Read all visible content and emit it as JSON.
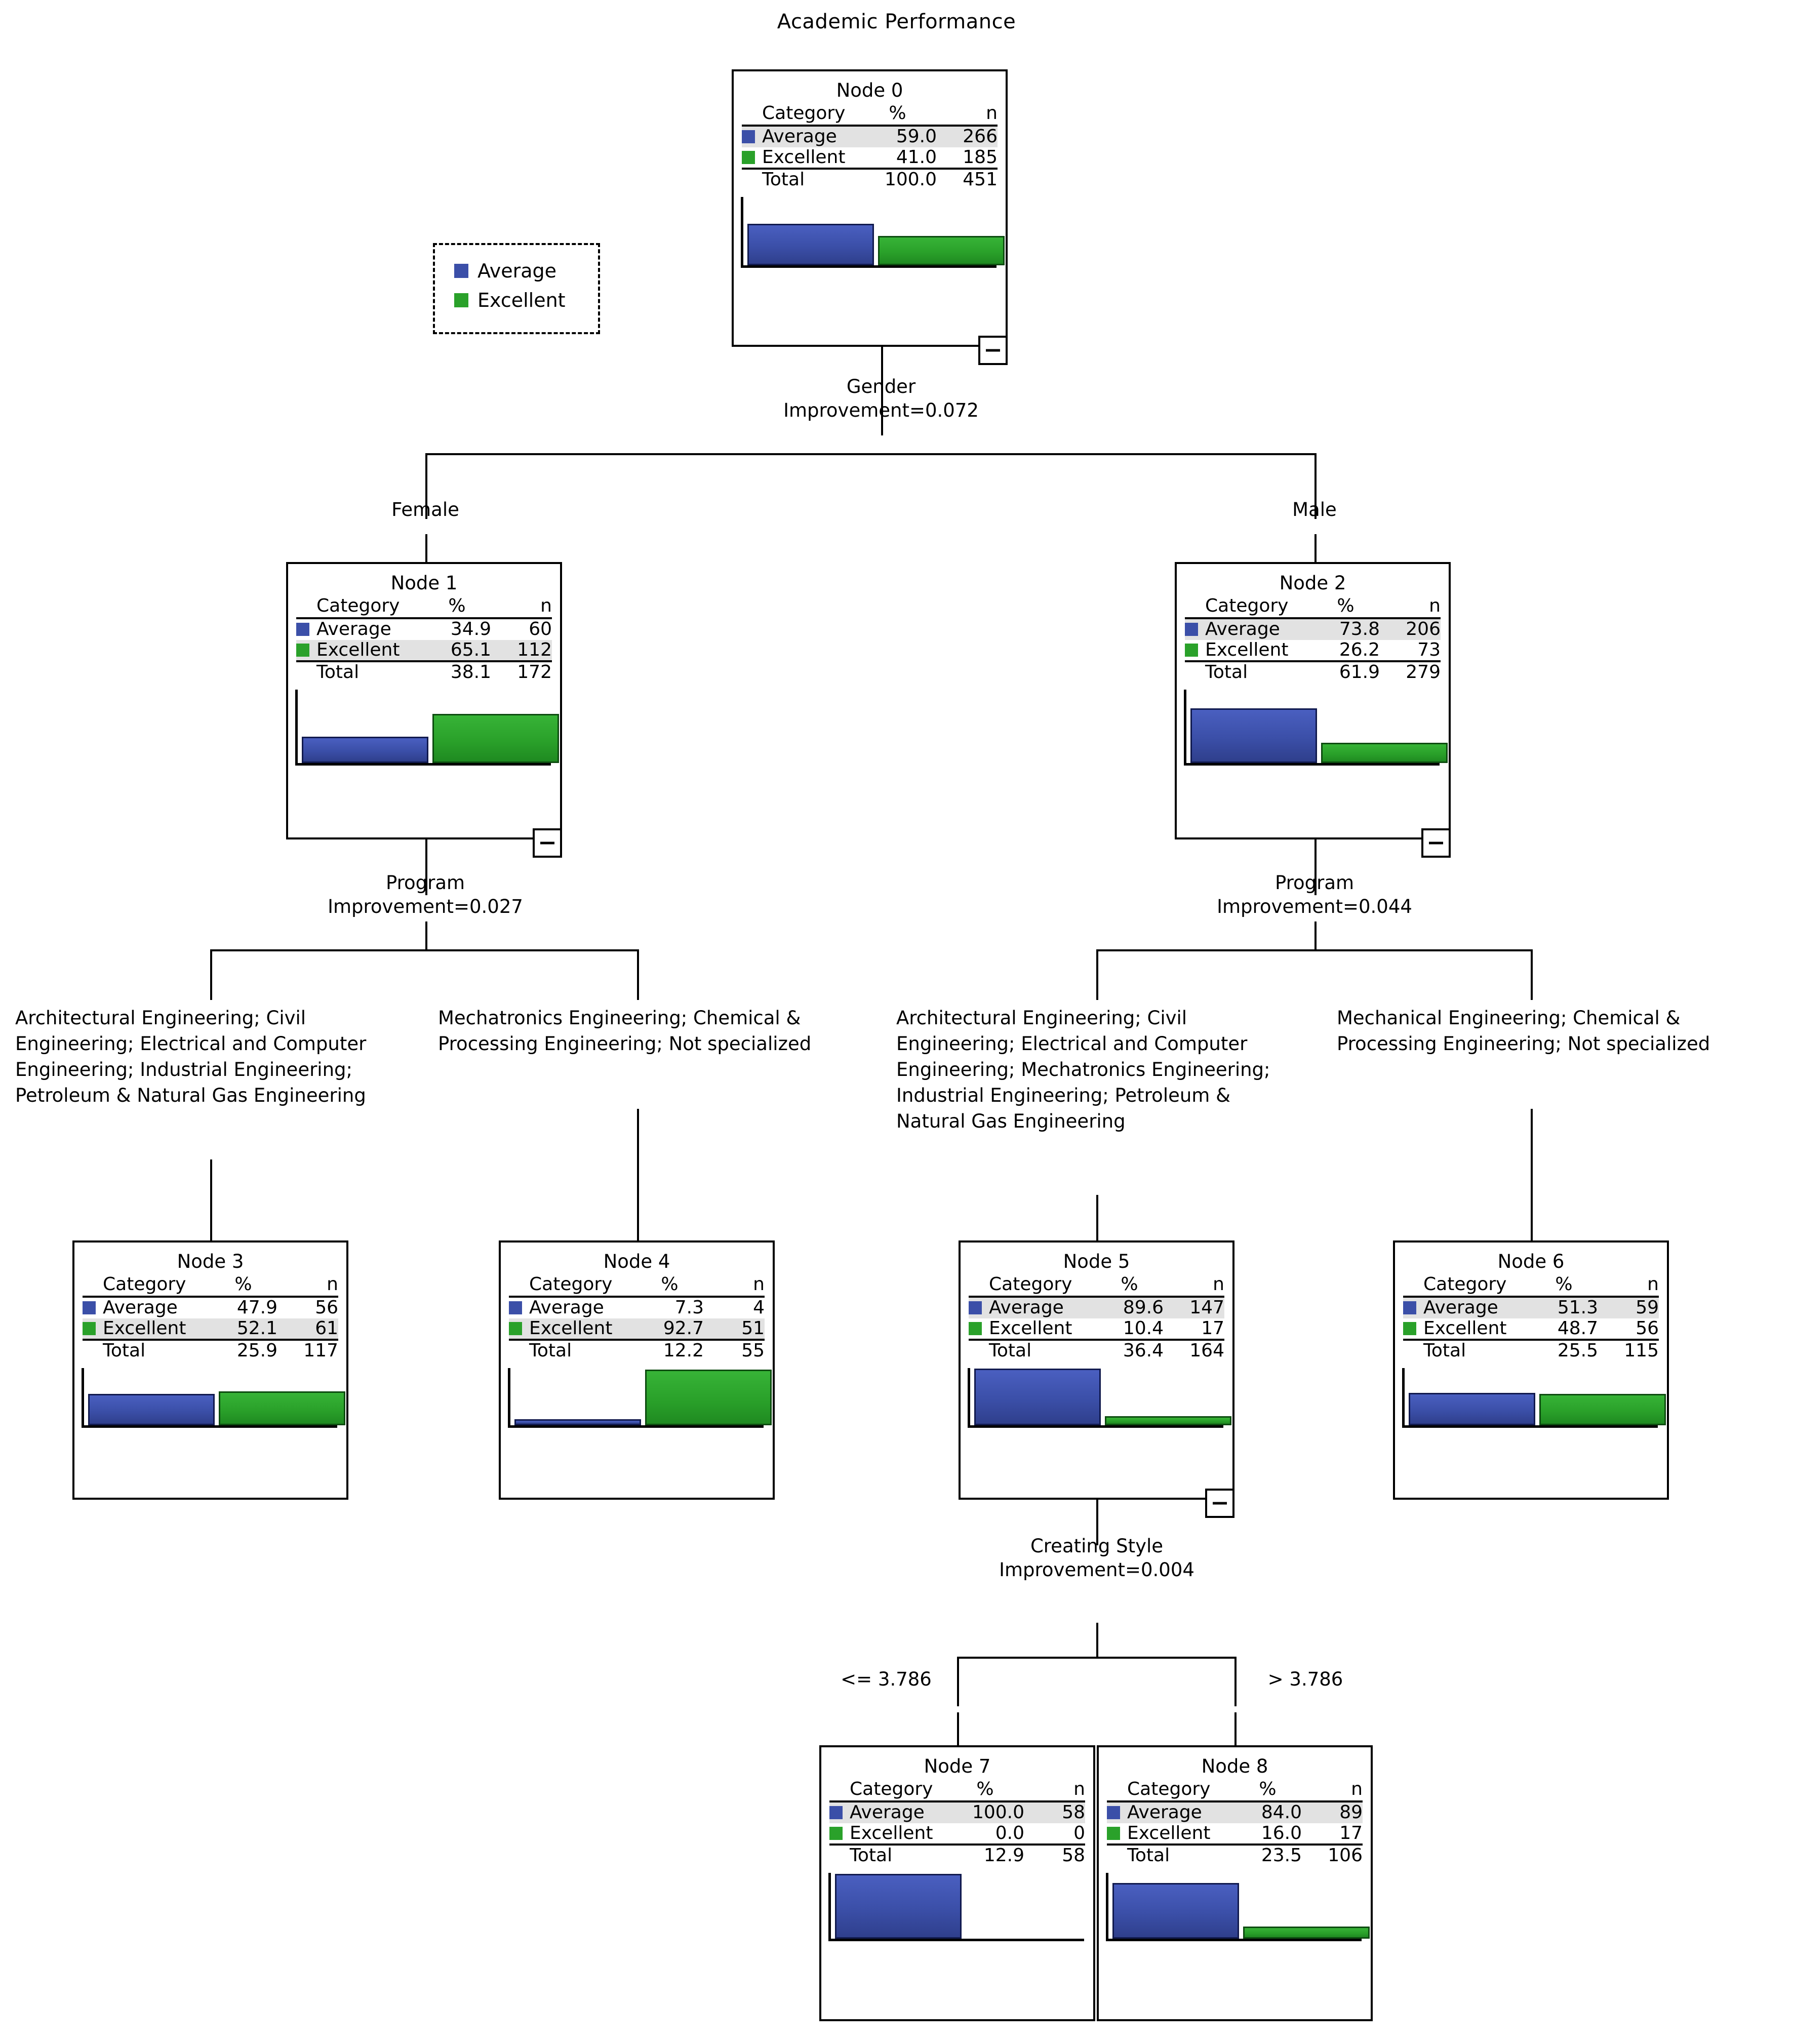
{
  "title": "Academic Performance",
  "legend": {
    "items": [
      {
        "label": "Average",
        "color": "#3b4fa8",
        "icon": "legend-swatch-average"
      },
      {
        "label": "Excellent",
        "color": "#2aa12a",
        "icon": "legend-swatch-excellent"
      }
    ]
  },
  "table_headers": {
    "category": "Category",
    "percent": "%",
    "n": "n",
    "total": "Total"
  },
  "chart_data": {
    "type": "bar",
    "title": "Academic Performance",
    "categories": [
      "Average",
      "Excellent"
    ],
    "colors": {
      "Average": "#3b4fa8",
      "Excellent": "#2aa12a"
    },
    "series": [
      {
        "name": "Node 0",
        "percent": [
          59.0,
          41.0
        ],
        "n": [
          266,
          185
        ],
        "total_percent": 100.0,
        "total_n": 451
      },
      {
        "name": "Node 1",
        "percent": [
          34.9,
          65.1
        ],
        "n": [
          60,
          112
        ],
        "total_percent": 38.1,
        "total_n": 172
      },
      {
        "name": "Node 2",
        "percent": [
          73.8,
          26.2
        ],
        "n": [
          206,
          73
        ],
        "total_percent": 61.9,
        "total_n": 279
      },
      {
        "name": "Node 3",
        "percent": [
          47.9,
          52.1
        ],
        "n": [
          56,
          61
        ],
        "total_percent": 25.9,
        "total_n": 117
      },
      {
        "name": "Node 4",
        "percent": [
          7.3,
          92.7
        ],
        "n": [
          4,
          51
        ],
        "total_percent": 12.2,
        "total_n": 55
      },
      {
        "name": "Node 5",
        "percent": [
          89.6,
          10.4
        ],
        "n": [
          147,
          17
        ],
        "total_percent": 36.4,
        "total_n": 164
      },
      {
        "name": "Node 6",
        "percent": [
          51.3,
          48.7
        ],
        "n": [
          59,
          56
        ],
        "total_percent": 25.5,
        "total_n": 115
      },
      {
        "name": "Node 7",
        "percent": [
          100.0,
          0.0
        ],
        "n": [
          58,
          0
        ],
        "total_percent": 12.9,
        "total_n": 58
      },
      {
        "name": "Node 8",
        "percent": [
          84.0,
          16.0
        ],
        "n": [
          89,
          17
        ],
        "total_percent": 23.5,
        "total_n": 106
      }
    ],
    "ylim": [
      0,
      100
    ],
    "ylabel": "",
    "xlabel": "",
    "grid": false,
    "legend_position": "upper-left"
  },
  "nodes": {
    "node0": {
      "title": "Node 0",
      "rows": [
        {
          "label": "Average",
          "pct": "59.0",
          "n": "266",
          "highlight": true
        },
        {
          "label": "Excellent",
          "pct": "41.0",
          "n": "185",
          "highlight": false
        }
      ],
      "total": {
        "label": "Total",
        "pct": "100.0",
        "n": "451"
      }
    },
    "node1": {
      "title": "Node 1",
      "rows": [
        {
          "label": "Average",
          "pct": "34.9",
          "n": "60",
          "highlight": false
        },
        {
          "label": "Excellent",
          "pct": "65.1",
          "n": "112",
          "highlight": true
        }
      ],
      "total": {
        "label": "Total",
        "pct": "38.1",
        "n": "172"
      }
    },
    "node2": {
      "title": "Node 2",
      "rows": [
        {
          "label": "Average",
          "pct": "73.8",
          "n": "206",
          "highlight": true
        },
        {
          "label": "Excellent",
          "pct": "26.2",
          "n": "73",
          "highlight": false
        }
      ],
      "total": {
        "label": "Total",
        "pct": "61.9",
        "n": "279"
      }
    },
    "node3": {
      "title": "Node 3",
      "rows": [
        {
          "label": "Average",
          "pct": "47.9",
          "n": "56",
          "highlight": false
        },
        {
          "label": "Excellent",
          "pct": "52.1",
          "n": "61",
          "highlight": true
        }
      ],
      "total": {
        "label": "Total",
        "pct": "25.9",
        "n": "117"
      }
    },
    "node4": {
      "title": "Node 4",
      "rows": [
        {
          "label": "Average",
          "pct": "7.3",
          "n": "4",
          "highlight": false
        },
        {
          "label": "Excellent",
          "pct": "92.7",
          "n": "51",
          "highlight": true
        }
      ],
      "total": {
        "label": "Total",
        "pct": "12.2",
        "n": "55"
      }
    },
    "node5": {
      "title": "Node 5",
      "rows": [
        {
          "label": "Average",
          "pct": "89.6",
          "n": "147",
          "highlight": true
        },
        {
          "label": "Excellent",
          "pct": "10.4",
          "n": "17",
          "highlight": false
        }
      ],
      "total": {
        "label": "Total",
        "pct": "36.4",
        "n": "164"
      }
    },
    "node6": {
      "title": "Node 6",
      "rows": [
        {
          "label": "Average",
          "pct": "51.3",
          "n": "59",
          "highlight": true
        },
        {
          "label": "Excellent",
          "pct": "48.7",
          "n": "56",
          "highlight": false
        }
      ],
      "total": {
        "label": "Total",
        "pct": "25.5",
        "n": "115"
      }
    },
    "node7": {
      "title": "Node 7",
      "rows": [
        {
          "label": "Average",
          "pct": "100.0",
          "n": "58",
          "highlight": true
        },
        {
          "label": "Excellent",
          "pct": "0.0",
          "n": "0",
          "highlight": false
        }
      ],
      "total": {
        "label": "Total",
        "pct": "12.9",
        "n": "58"
      }
    },
    "node8": {
      "title": "Node 8",
      "rows": [
        {
          "label": "Average",
          "pct": "84.0",
          "n": "89",
          "highlight": true
        },
        {
          "label": "Excellent",
          "pct": "16.0",
          "n": "17",
          "highlight": false
        }
      ],
      "total": {
        "label": "Total",
        "pct": "23.5",
        "n": "106"
      }
    }
  },
  "splits": {
    "gender": {
      "variable": "Gender",
      "improvement": "Improvement=0.072"
    },
    "program_female": {
      "variable": "Program",
      "improvement": "Improvement=0.027"
    },
    "program_male": {
      "variable": "Program",
      "improvement": "Improvement=0.044"
    },
    "creating_style": {
      "variable": "Creating Style",
      "improvement": "Improvement=0.004"
    }
  },
  "edges": {
    "female": "Female",
    "male": "Male",
    "node3_categories": "Architectural Engineering; Civil Engineering; Electrical and Computer Engineering; Industrial Engineering; Petroleum & Natural Gas Engineering",
    "node4_categories": "Mechatronics Engineering; Chemical & Processing Engineering; Not specialized",
    "node5_categories": "Architectural Engineering; Civil Engineering; Electrical and Computer Engineering; Mechatronics Engineering; Industrial Engineering; Petroleum & Natural Gas Engineering",
    "node6_categories": "Mechanical Engineering; Chemical & Processing Engineering; Not specialized",
    "node7_condition": "<= 3.786",
    "node8_condition": "> 3.786"
  },
  "controls": {
    "collapse_node0": "−",
    "collapse_node1": "−",
    "collapse_node2": "−",
    "collapse_node5": "−"
  }
}
